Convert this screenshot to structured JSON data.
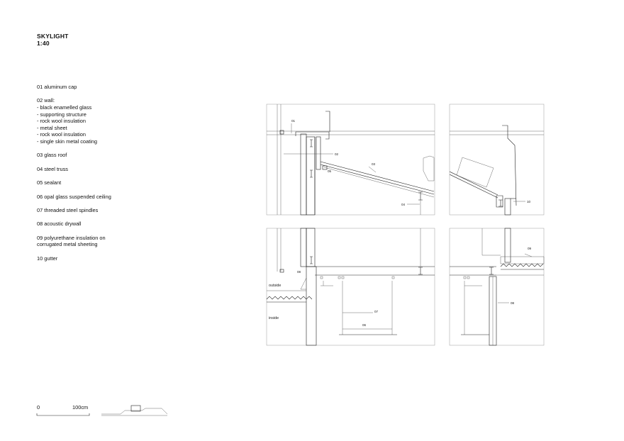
{
  "title": {
    "name": "SKYLIGHT",
    "scale": "1:40"
  },
  "legend": [
    {
      "num": "01",
      "text": "aluminum cap"
    },
    {
      "num": "02",
      "text": "wall:",
      "sub": [
        "- black enamelled glass",
        "- supporting structure",
        "- rock wool insulation",
        "- metal sheet",
        "- rock wool insulation",
        "- single skin metal coating"
      ]
    },
    {
      "num": "03",
      "text": "glass roof"
    },
    {
      "num": "04",
      "text": "steel truss"
    },
    {
      "num": "05",
      "text": "sealant"
    },
    {
      "num": "06",
      "text": "opal glass suspended ceiling"
    },
    {
      "num": "07",
      "text": "threaded steel spindles"
    },
    {
      "num": "08",
      "text": "acoustic drywall"
    },
    {
      "num": "09",
      "text": "polyurethane insulation on",
      "sub": [
        "corrugated metal sheeting"
      ]
    },
    {
      "num": "10",
      "text": "gutter"
    }
  ],
  "scale_bar": {
    "start": "0",
    "end": "100cm"
  },
  "callouts": {
    "c01": "01",
    "c02": "02",
    "c03": "03",
    "c04": "04",
    "c05": "05",
    "c06": "06",
    "c07": "07",
    "c08": "08",
    "c09": "09",
    "c10": "10"
  },
  "notes": {
    "outside": "outside",
    "inside": "inside"
  }
}
